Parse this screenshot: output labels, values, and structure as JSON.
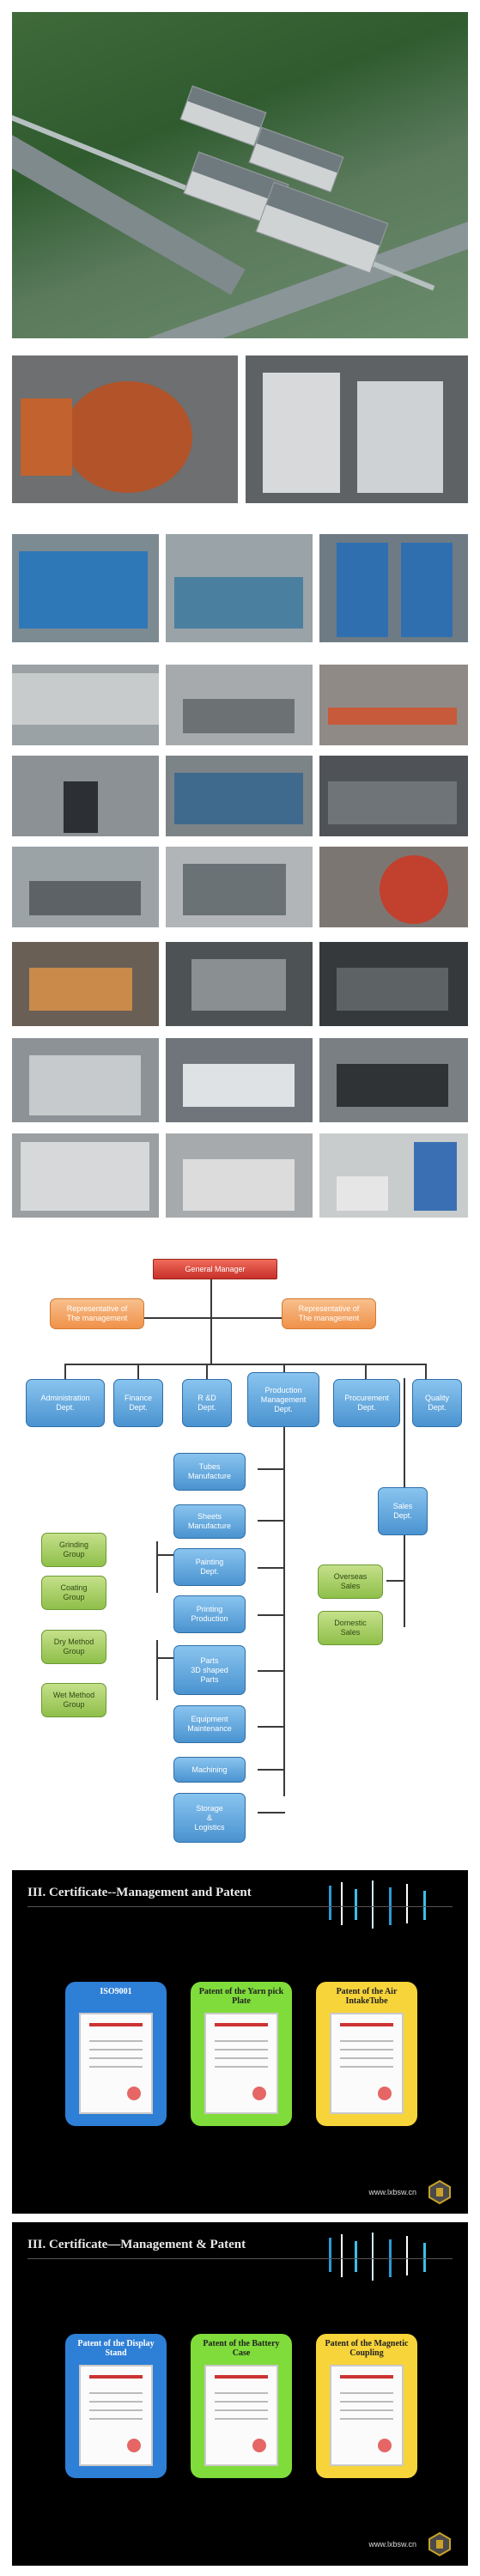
{
  "org": {
    "general_manager": "General Manager",
    "rep_left": "Representative of\nThe management",
    "rep_right": "Representative of\nThe management",
    "admin": "Administration\nDept.",
    "finance": "Finance\nDept.",
    "rd": "R &D\nDept.",
    "production": "Production\nManagement\nDept.",
    "procurement": "Procurement\nDept.",
    "quality": "Quality\nDept.",
    "sales": "Sales\nDept.",
    "tubes": "Tubes\nManufacture",
    "sheets": "Sheets\nManufacture",
    "painting": "Painting\nDept.",
    "printing": "Printing\nProduction",
    "parts": "Parts\n3D shaped\nParts",
    "equipment": "Equipment\nMaintenance",
    "machining": "Machining",
    "storage": "Storage\n&\nLogistics",
    "grinding": "Grinding\nGroup",
    "coating": "Coating\nGroup",
    "dry": "Dry Method\nGroup",
    "wet": "Wet Method\nGroup",
    "overseas": "Overseas\nSales",
    "domestic": "Domestic\nSales"
  },
  "cert1": {
    "title": "III. Certificate--Management and Patent",
    "cards": [
      {
        "label": "ISO9001",
        "color": "#2e7fd6"
      },
      {
        "label": "Patent of the Yarn pick Plate",
        "color": "#7fdc3a"
      },
      {
        "label": "Patent of the Air IntakeTube",
        "color": "#f7d43a"
      }
    ],
    "url": "www.lxbsw.cn"
  },
  "cert2": {
    "title": "III. Certificate—Management & Patent",
    "cards": [
      {
        "label": "Patent of the Display Stand",
        "color": "#2e7fd6"
      },
      {
        "label": "Patent of the Battery Case",
        "color": "#7fdc3a"
      },
      {
        "label": "Patent of the Magnetic Coupling",
        "color": "#f7d43a"
      }
    ],
    "url": "www.lxbsw.cn"
  }
}
